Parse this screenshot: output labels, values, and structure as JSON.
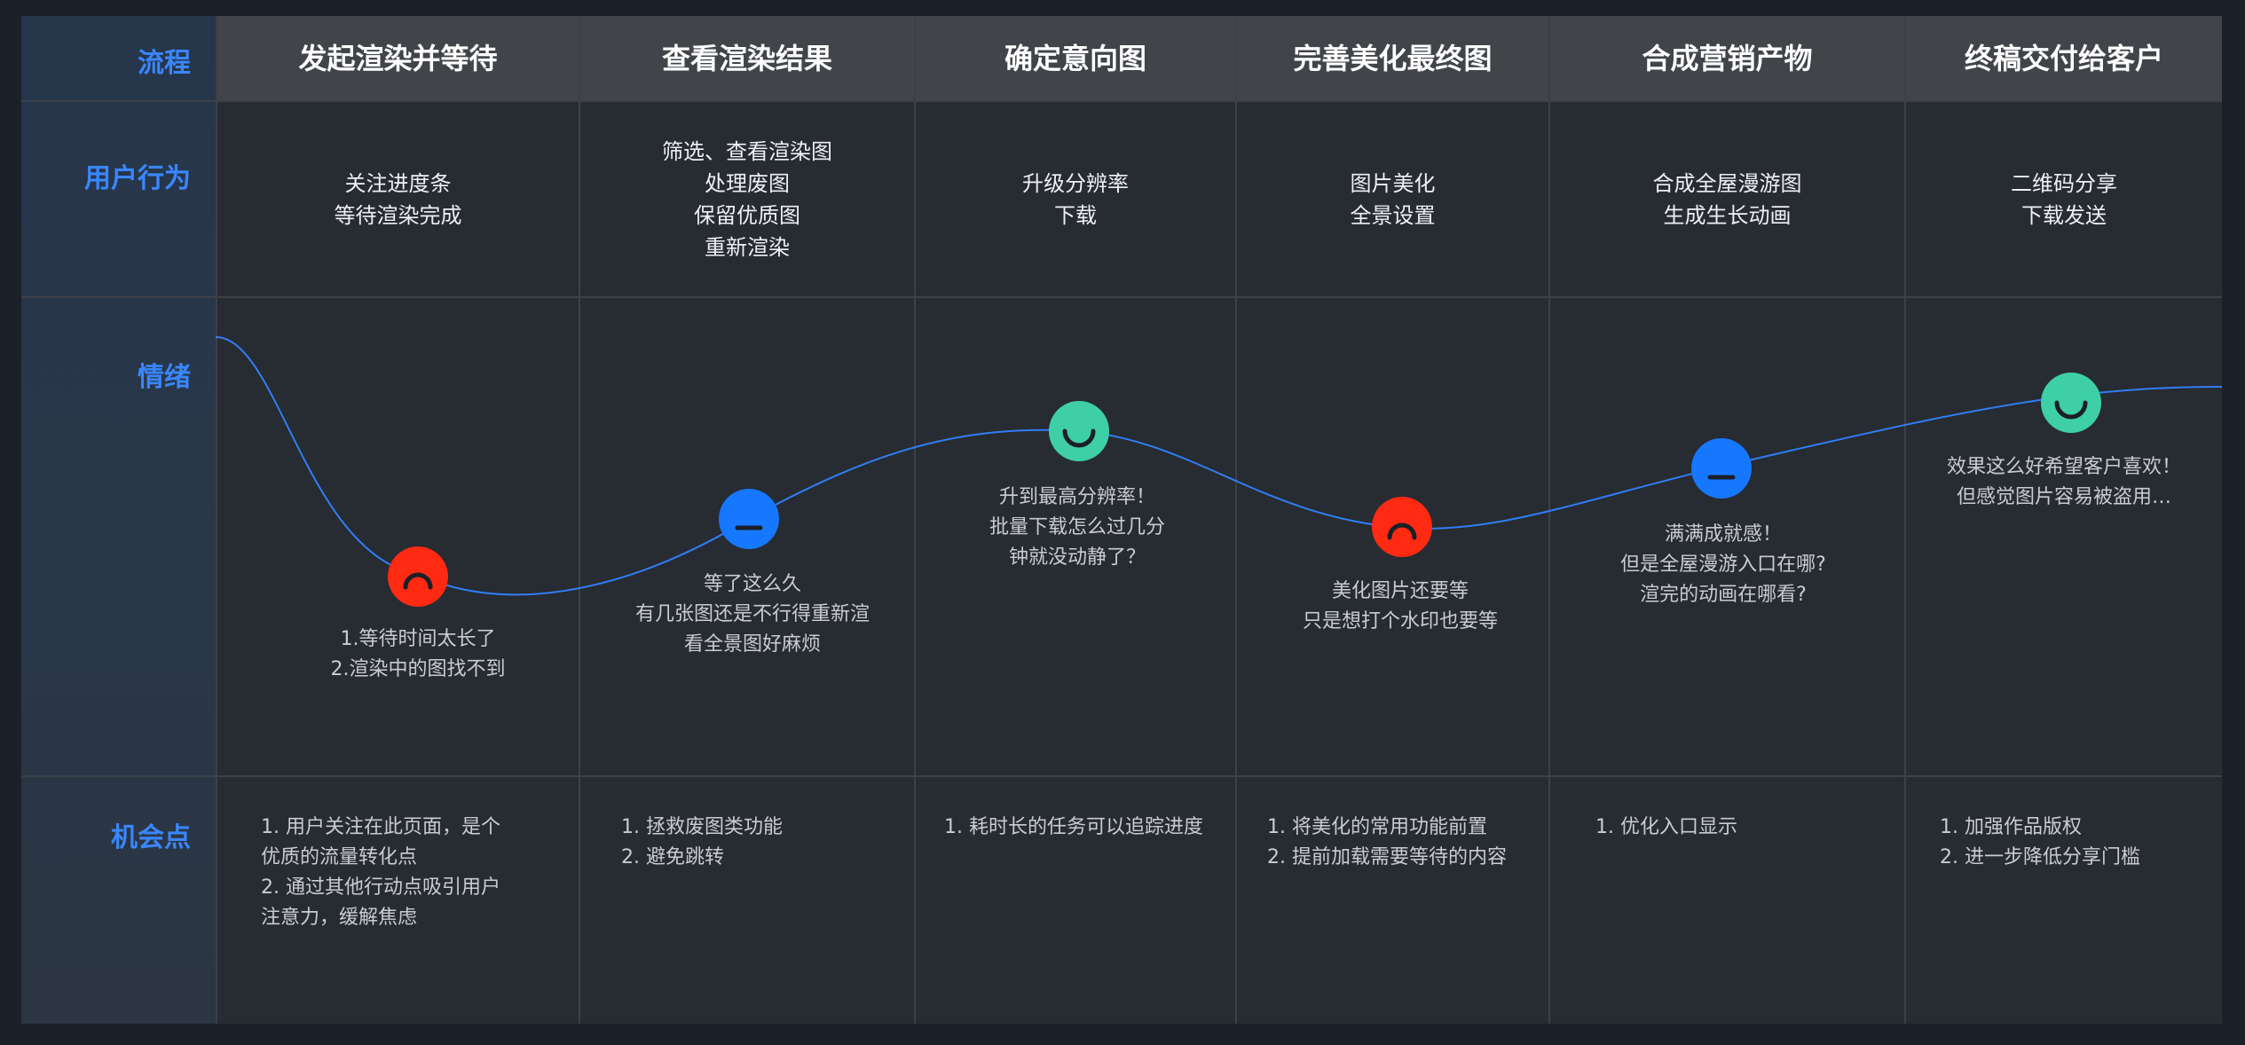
{
  "row_labels": {
    "flow": "流程",
    "user_action": "用户行为",
    "emotion": "情绪",
    "opportunity": "机会点"
  },
  "stages": [
    {
      "title": "发起渲染并等待",
      "actions": [
        "关注进度条",
        "等待渲染完成"
      ],
      "emotion": "negative",
      "emotion_notes": [
        "1.等待时间太长了",
        "2.渲染中的图找不到"
      ],
      "opportunities": [
        "1. 用户关注在此页面，是个",
        "优质的流量转化点",
        "2. 通过其他行动点吸引用户",
        "注意力，缓解焦虑"
      ]
    },
    {
      "title": "查看渲染结果",
      "actions": [
        "筛选、查看渲染图",
        "处理废图",
        "保留优质图",
        "重新渲染"
      ],
      "emotion": "neutral",
      "emotion_notes": [
        "等了这么久",
        "有几张图还是不行得重新渲",
        "看全景图好麻烦"
      ],
      "opportunities": [
        "1. 拯救废图类功能",
        "2. 避免跳转"
      ]
    },
    {
      "title": "确定意向图",
      "actions": [
        "升级分辨率",
        "下载"
      ],
      "emotion": "positive",
      "emotion_notes": [
        "升到最高分辨率！",
        "批量下载怎么过几分",
        "钟就没动静了？"
      ],
      "opportunities": [
        "1. 耗时长的任务可以追踪进度"
      ]
    },
    {
      "title": "完善美化最终图",
      "actions": [
        "图片美化",
        "全景设置"
      ],
      "emotion": "negative",
      "emotion_notes": [
        "美化图片还要等",
        "只是想打个水印也要等"
      ],
      "opportunities": [
        "1. 将美化的常用功能前置",
        "2. 提前加载需要等待的内容"
      ]
    },
    {
      "title": "合成营销产物",
      "actions": [
        "合成全屋漫游图",
        "生成生长动画"
      ],
      "emotion": "neutral",
      "emotion_notes": [
        "满满成就感！",
        "但是全屋漫游入口在哪?",
        "渲完的动画在哪看?"
      ],
      "opportunities": [
        "1. 优化入口显示"
      ]
    },
    {
      "title": "终稿交付给客户",
      "actions": [
        "二维码分享",
        "下载发送"
      ],
      "emotion": "positive",
      "emotion_notes": [
        "效果这么好希望客户喜欢！",
        "但感觉图片容易被盗用…"
      ],
      "opportunities": [
        "1. 加强作品版权",
        "2. 进一步降低分享门槛"
      ]
    }
  ],
  "colors": {
    "accent": "#3a86ff",
    "negative": "#ff2a12",
    "neutral": "#1677ff",
    "positive": "#3ecfa7",
    "curve": "#2f7ef5"
  }
}
